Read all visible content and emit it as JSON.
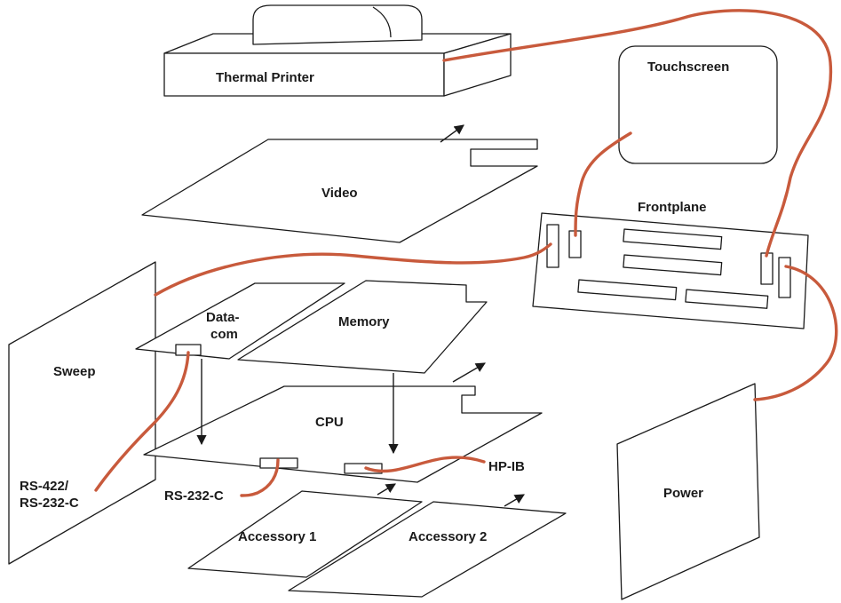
{
  "colors": {
    "cable": "#c85a3c",
    "outline": "#1a1a1a",
    "background": "#ffffff"
  },
  "labels": {
    "thermal_printer": "Thermal Printer",
    "touchscreen": "Touchscreen",
    "video": "Video",
    "frontplane": "Frontplane",
    "sweep": "Sweep",
    "datacom_line1": "Data-",
    "datacom_line2": "com",
    "memory": "Memory",
    "cpu": "CPU",
    "power": "Power",
    "rs422_line1": "RS-422/",
    "rs422_line2": "RS-232-C",
    "rs232c": "RS-232-C",
    "hpib": "HP-IB",
    "accessory1": "Accessory 1",
    "accessory2": "Accessory 2"
  }
}
